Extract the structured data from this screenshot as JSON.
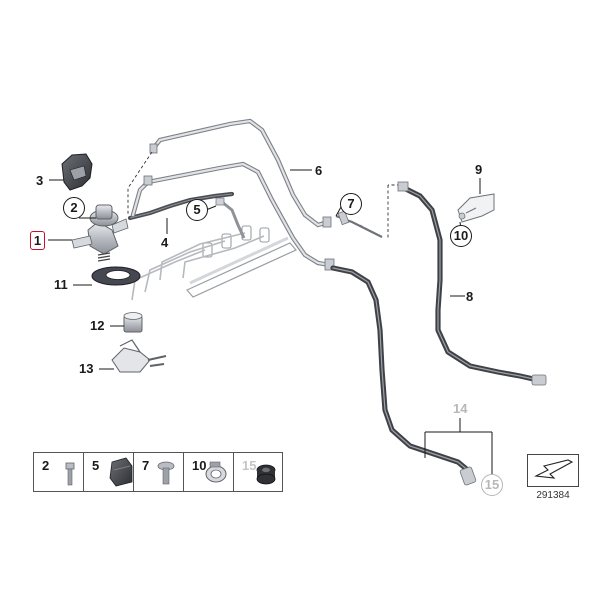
{
  "callouts": {
    "c1": "1",
    "c2": "2",
    "c3": "3",
    "c4": "4",
    "c5": "5",
    "c6": "6",
    "c7": "7",
    "c8": "8",
    "c9": "9",
    "c10": "10",
    "c11": "11",
    "c12": "12",
    "c13": "13",
    "c14": "14",
    "c15": "15"
  },
  "parts_strip": [
    "2",
    "5",
    "7",
    "10",
    "15"
  ],
  "reference_number": "291384",
  "colors": {
    "selected_outline": "#c8102e",
    "part_gray": "#b9bdc3",
    "hose_dark": "#3f4146",
    "callout_gray": "#b7b7b7"
  }
}
